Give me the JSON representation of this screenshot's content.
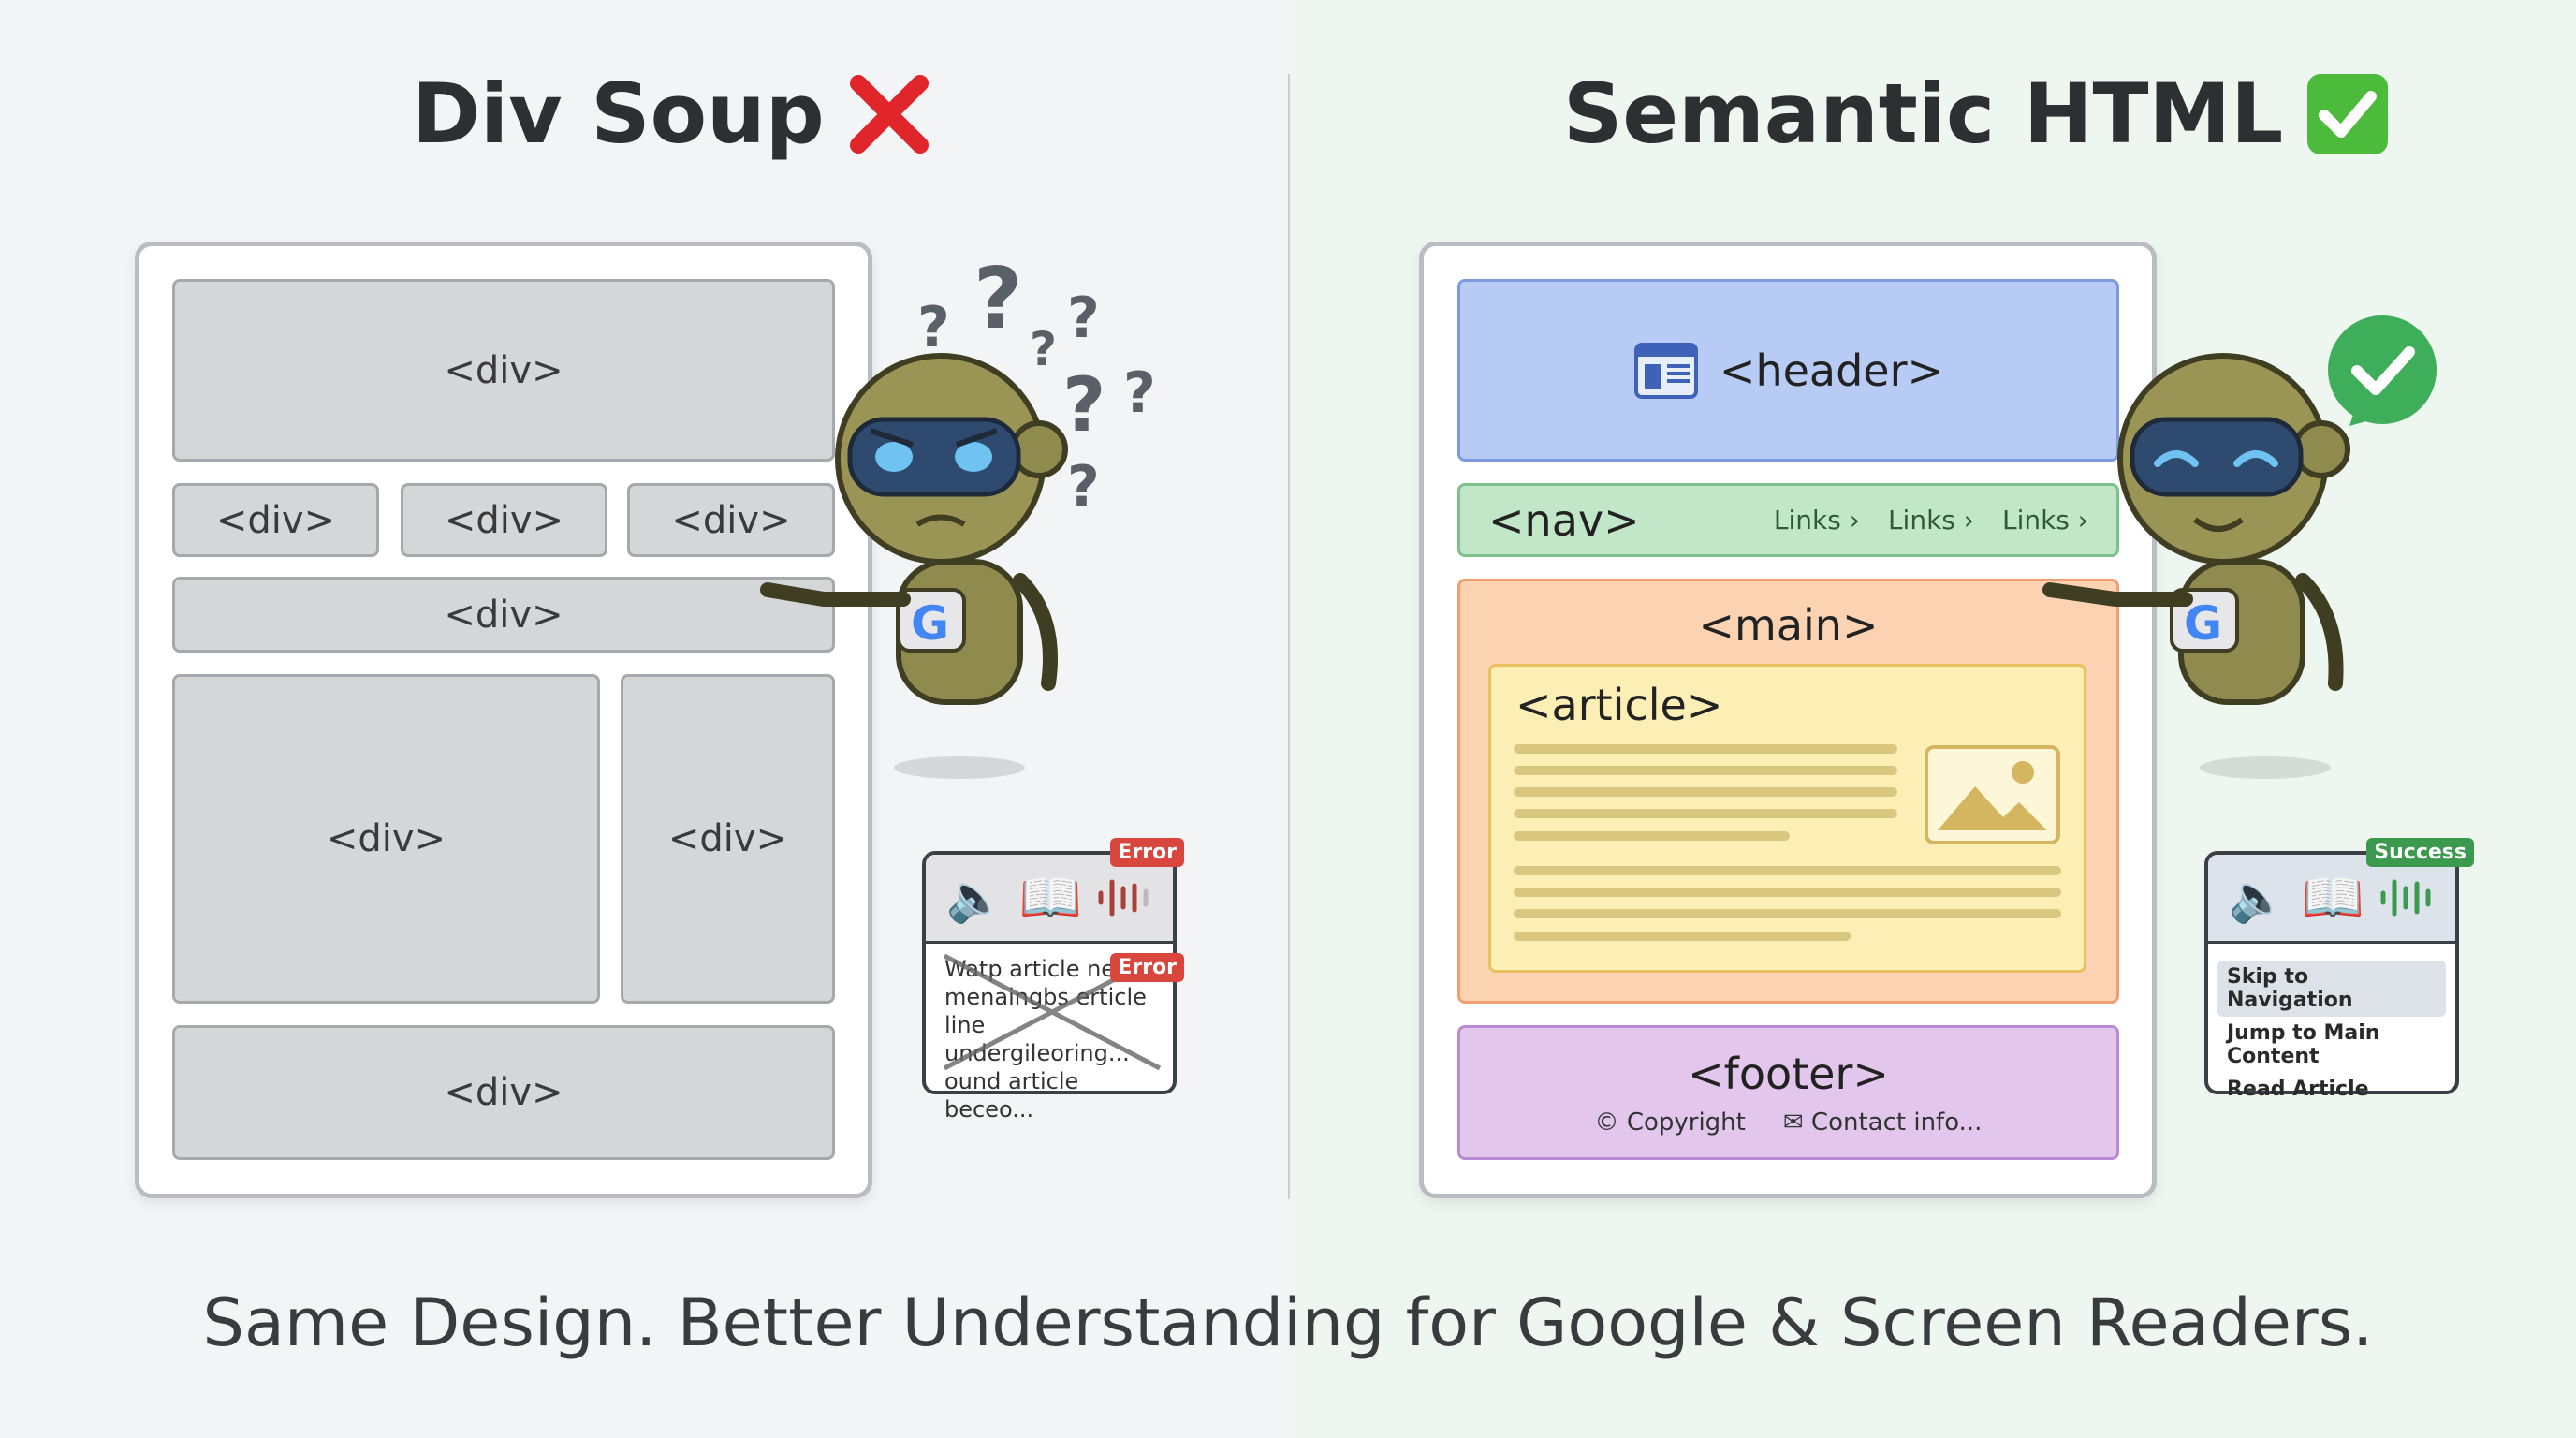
{
  "left": {
    "title": "Div Soup",
    "title_icon": "red-cross-icon",
    "div_label": "<div>",
    "card": {
      "badge": "Error",
      "badge2": "Error",
      "lines": [
        "Watp article nepp",
        "menaingbs erticle",
        "line undergileoring...",
        "ound article beceo..."
      ]
    }
  },
  "right": {
    "title": "Semantic HTML",
    "title_icon": "green-check-icon",
    "header": "<header>",
    "nav": {
      "label": "<nav>",
      "links": [
        "Links ›",
        "Links ›",
        "Links ›"
      ]
    },
    "main": "<main>",
    "article": "<article>",
    "footer": {
      "label": "<footer>",
      "copyright": "Copyright",
      "contact": "Contact info..."
    },
    "card": {
      "badge": "Success",
      "items": [
        "Skip to Navigation",
        "Jump to Main Content",
        "Read Article"
      ]
    }
  },
  "caption": "Same Design. Better Understanding for Google & Screen Readers.",
  "colors": {
    "error": "#d9463e",
    "success": "#3c9a4f",
    "header": "#b7cbf5",
    "nav": "#c2e7c8",
    "main": "#fcd3b2",
    "article": "#fcefb6",
    "footer": "#e3c6ec"
  }
}
